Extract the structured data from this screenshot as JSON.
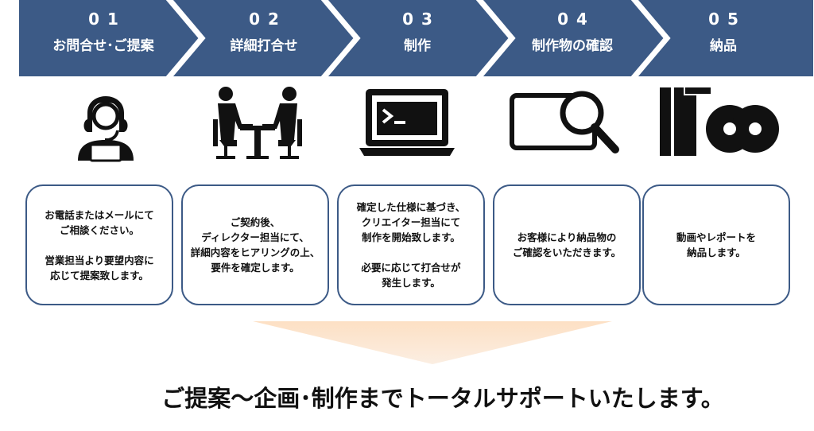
{
  "colors": {
    "banner": "#3c5a86",
    "separator": "#ffffff",
    "card_border": "#3c5a86",
    "funnel_top": "#fde0c4",
    "funnel_bottom": "#fbeee2",
    "icon": "#111111"
  },
  "steps": [
    {
      "number": "01",
      "title": "お問合せ･ご提案",
      "icon": "headset-operator-icon",
      "text": "お電話またはメールにて\nご相談ください。\n\n営業担当より要望内容に\n応じて提案致します。"
    },
    {
      "number": "02",
      "title": "詳細打合せ",
      "icon": "meeting-icon",
      "text": "ご契約後、\nディレクター担当にて、\n詳細内容をヒアリングの上、\n要件を確定します。"
    },
    {
      "number": "03",
      "title": "制作",
      "icon": "laptop-terminal-icon",
      "text": "確定した仕様に基づき、\nクリエイター担当にて\n制作を開始致します。\n\n必要に応じて打合せが\n発生します。"
    },
    {
      "number": "04",
      "title": "制作物の確認",
      "icon": "magnifier-screen-icon",
      "text": "お客様により納品物の\nご確認をいただきます。"
    },
    {
      "number": "05",
      "title": "納品",
      "icon": "disc-case-icon",
      "text": "動画やレポートを\n納品します。"
    }
  ],
  "tagline": "ご提案～企画･制作までトータルサポートいたします。"
}
